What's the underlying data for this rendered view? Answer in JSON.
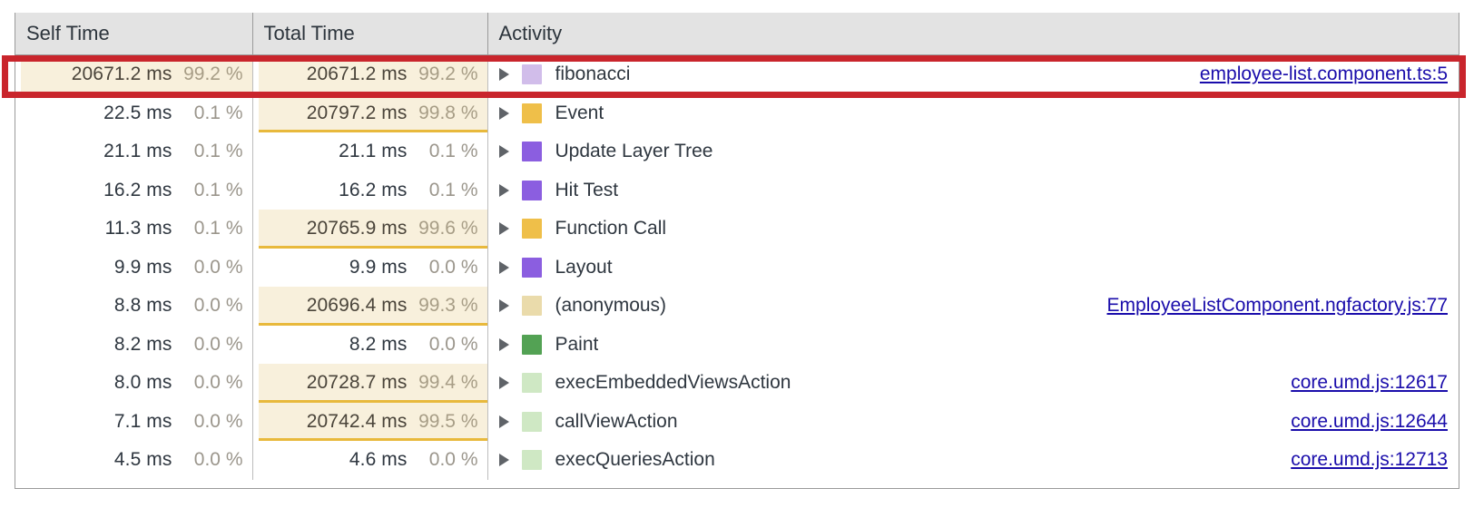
{
  "table": {
    "columns": [
      {
        "key": "self_time",
        "label": "Self Time",
        "name": "column-header-self-time"
      },
      {
        "key": "total_time",
        "label": "Total Time",
        "name": "column-header-total-time"
      },
      {
        "key": "activity",
        "label": "Activity",
        "name": "column-header-activity"
      }
    ],
    "rows": [
      {
        "self_ms": "20671.2 ms",
        "self_pct": "99.2 %",
        "self_heavy": true,
        "total_ms": "20671.2 ms",
        "total_pct": "99.2 %",
        "total_heavy": true,
        "activity": "fibonacci",
        "swatch": "#d1bdea",
        "source": "employee-list.component.ts:5",
        "highlighted": true
      },
      {
        "self_ms": "22.5 ms",
        "self_pct": "0.1 %",
        "self_heavy": false,
        "total_ms": "20797.2 ms",
        "total_pct": "99.8 %",
        "total_heavy": true,
        "activity": "Event",
        "swatch": "#efbf49",
        "source": "",
        "highlighted": false
      },
      {
        "self_ms": "21.1 ms",
        "self_pct": "0.1 %",
        "self_heavy": false,
        "total_ms": "21.1 ms",
        "total_pct": "0.1 %",
        "total_heavy": false,
        "activity": "Update Layer Tree",
        "swatch": "#8b5ee0",
        "source": "",
        "highlighted": false
      },
      {
        "self_ms": "16.2 ms",
        "self_pct": "0.1 %",
        "self_heavy": false,
        "total_ms": "16.2 ms",
        "total_pct": "0.1 %",
        "total_heavy": false,
        "activity": "Hit Test",
        "swatch": "#8b5ee0",
        "source": "",
        "highlighted": false
      },
      {
        "self_ms": "11.3 ms",
        "self_pct": "0.1 %",
        "self_heavy": false,
        "total_ms": "20765.9 ms",
        "total_pct": "99.6 %",
        "total_heavy": true,
        "activity": "Function Call",
        "swatch": "#efbf49",
        "source": "",
        "highlighted": false
      },
      {
        "self_ms": "9.9 ms",
        "self_pct": "0.0 %",
        "self_heavy": false,
        "total_ms": "9.9 ms",
        "total_pct": "0.0 %",
        "total_heavy": false,
        "activity": "Layout",
        "swatch": "#8b5ee0",
        "source": "",
        "highlighted": false
      },
      {
        "self_ms": "8.8 ms",
        "self_pct": "0.0 %",
        "self_heavy": false,
        "total_ms": "20696.4 ms",
        "total_pct": "99.3 %",
        "total_heavy": true,
        "activity": "(anonymous)",
        "swatch": "#eadbab",
        "source": "EmployeeListComponent.ngfactory.js:77",
        "highlighted": false
      },
      {
        "self_ms": "8.2 ms",
        "self_pct": "0.0 %",
        "self_heavy": false,
        "total_ms": "8.2 ms",
        "total_pct": "0.0 %",
        "total_heavy": false,
        "activity": "Paint",
        "swatch": "#53a254",
        "source": "",
        "highlighted": false
      },
      {
        "self_ms": "8.0 ms",
        "self_pct": "0.0 %",
        "self_heavy": false,
        "total_ms": "20728.7 ms",
        "total_pct": "99.4 %",
        "total_heavy": true,
        "activity": "execEmbeddedViewsAction",
        "swatch": "#cfe8c4",
        "source": "core.umd.js:12617",
        "highlighted": false
      },
      {
        "self_ms": "7.1 ms",
        "self_pct": "0.0 %",
        "self_heavy": false,
        "total_ms": "20742.4 ms",
        "total_pct": "99.5 %",
        "total_heavy": true,
        "activity": "callViewAction",
        "swatch": "#cfe8c4",
        "source": "core.umd.js:12644",
        "highlighted": false
      },
      {
        "self_ms": "4.5 ms",
        "self_pct": "0.0 %",
        "self_heavy": false,
        "total_ms": "4.6 ms",
        "total_pct": "0.0 %",
        "total_heavy": false,
        "activity": "execQueriesAction",
        "swatch": "#cfe8c4",
        "source": "core.umd.js:12713",
        "highlighted": false
      }
    ]
  },
  "annotation": {
    "highlight_color": "#c9252c",
    "target_row_activity": "fibonacci"
  },
  "colors": {
    "header_bg": "#e3e3e3",
    "heavy_cell_bg": "#f8f0dc",
    "heavy_cell_bar": "#e8b93c",
    "link": "#1a0dab",
    "text": "#2f3740",
    "percent_text": "#9b968c",
    "grid_line": "#bdbdbd"
  }
}
